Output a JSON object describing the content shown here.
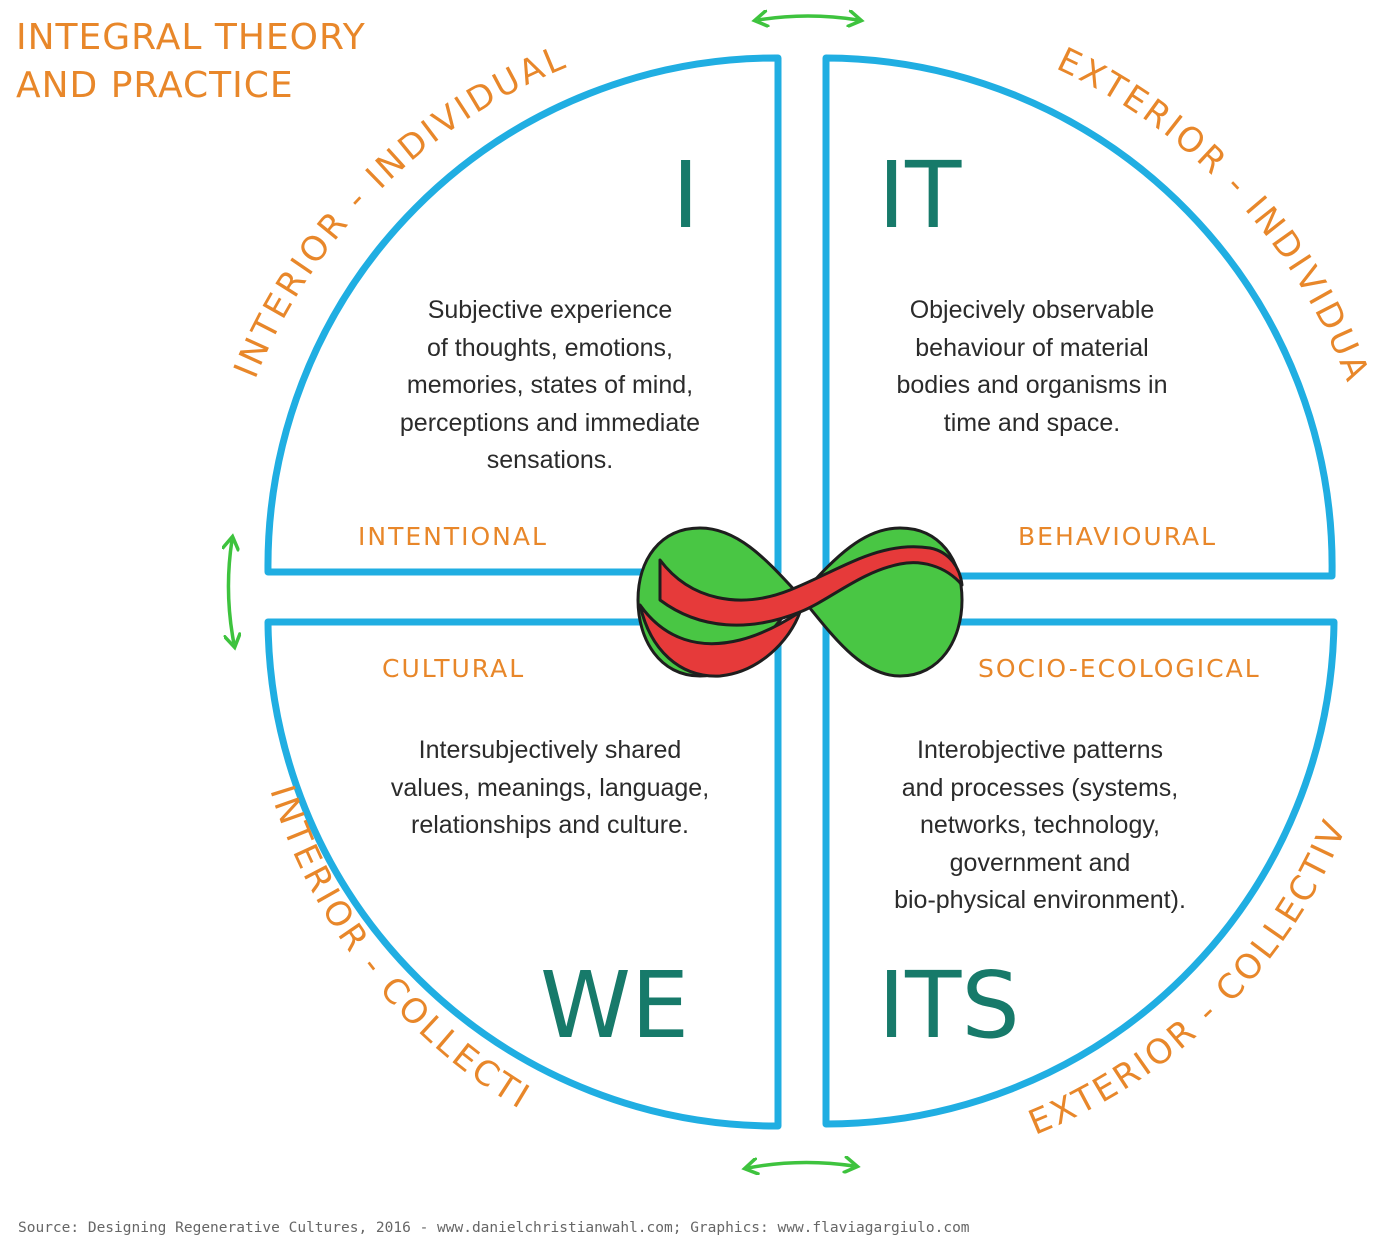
{
  "title_lines": [
    "INTEGRAL THEORY",
    "AND PRACTICE"
  ],
  "colors": {
    "circle_blue": "#20aee2",
    "orange": "#e8872a",
    "teal": "#177a6a",
    "green": "#3ec33e",
    "red": "#e83030",
    "text_dark": "#2b2b2b"
  },
  "quadrants": {
    "upper_left": {
      "letter": "I",
      "perspective": "INTERIOR - INDIVIDUAL",
      "axis_label": "INTENTIONAL",
      "description": [
        "Subjective experience",
        "of thoughts, emotions,",
        "memories, states of mind,",
        "perceptions and immediate",
        "sensations."
      ]
    },
    "upper_right": {
      "letter": "IT",
      "perspective": "EXTERIOR - INDIVIDUAL",
      "axis_label": "BEHAVIOURAL",
      "description": [
        "Objecively observable",
        "behaviour of material",
        "bodies and organisms in",
        "time and space."
      ]
    },
    "lower_left": {
      "letter": "WE",
      "perspective": "INTERIOR - COLLECTIVE",
      "axis_label": "CULTURAL",
      "description": [
        "Intersubjectively shared",
        "values, meanings, language,",
        "relationships and culture."
      ]
    },
    "lower_right": {
      "letter": "ITS",
      "perspective": "EXTERIOR - COLLECTIVE",
      "axis_label": "SOCIO-ECOLOGICAL",
      "description": [
        "Interobjective patterns",
        "and processes (systems,",
        "networks, technology,",
        "government and",
        "bio-physical environment)."
      ]
    }
  },
  "icons": {
    "center": "infinity-icon",
    "top": "double-arrow-horizontal-icon",
    "bottom": "double-arrow-horizontal-icon",
    "left": "double-arrow-vertical-icon"
  },
  "source": "Source: Designing Regenerative Cultures, 2016 - www.danielchristianwahl.com; Graphics: www.flaviagargiulo.com"
}
